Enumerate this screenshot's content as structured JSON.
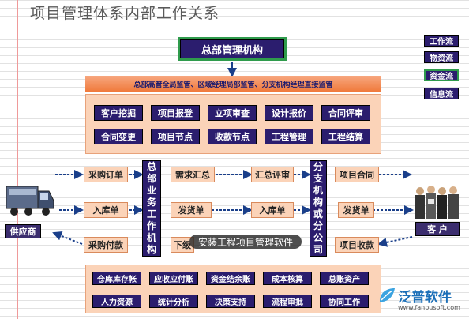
{
  "title": "项目管理体系内部工作关系",
  "hq": {
    "label": "总部管理机构",
    "supervision": "总部高管全局监管、区域经理局部监管、分支机构经理直接监管"
  },
  "top_grid": [
    [
      "客户挖掘",
      "项目报登",
      "立项审查",
      "设计报价",
      "合同评审"
    ],
    [
      "合同变更",
      "项目节点",
      "收款节点",
      "工程管理",
      "工程结算"
    ]
  ],
  "business_dept": {
    "chars": [
      "总",
      "部",
      "业",
      "务",
      "工",
      "作",
      "机",
      "构"
    ]
  },
  "branch": {
    "chars": [
      "分",
      "支",
      "机",
      "构",
      "或",
      "分",
      "公",
      "司"
    ]
  },
  "left_column": [
    "采购订单",
    "入库单",
    "采购付款"
  ],
  "center_left": [
    "需求汇总",
    "发货单",
    "下级"
  ],
  "center_right": [
    "汇总评审",
    "入库单"
  ],
  "right_column": [
    "项目合同",
    "发货单",
    "项目收款"
  ],
  "supplier": {
    "label": "供应商"
  },
  "customer": {
    "label": "客 户"
  },
  "legend": [
    "工作流",
    "物资流",
    "资金流",
    "信息流"
  ],
  "bottom_grid": [
    [
      "仓库库存帐",
      "应收应付账",
      "资金结余账",
      "成本核算",
      "总账资产"
    ],
    [
      "人力资源",
      "统计分析",
      "决策支持",
      "流程审批",
      "协同工作"
    ]
  ],
  "watermark": "安装工程项目管理软件",
  "brand": {
    "name": "泛普软件",
    "url": "www.fanpusoft.com"
  },
  "colors": {
    "navy": "#2b1d6e",
    "orange": "#f07a3c",
    "green": "#2f9b4c",
    "pill": "#fbd3b8",
    "brand": "#1b6fb8"
  }
}
